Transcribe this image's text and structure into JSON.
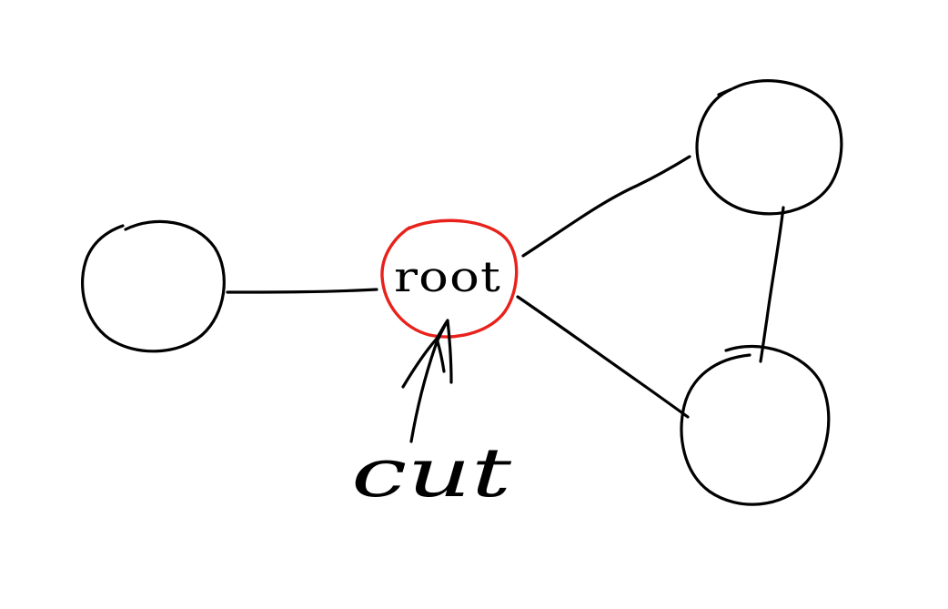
{
  "diagram": {
    "nodes": [
      {
        "id": "left",
        "label": ""
      },
      {
        "id": "root",
        "label": "root",
        "highlighted": true
      },
      {
        "id": "top-right",
        "label": ""
      },
      {
        "id": "bottom-right",
        "label": ""
      }
    ],
    "edges": [
      {
        "from": "left",
        "to": "root"
      },
      {
        "from": "root",
        "to": "top-right"
      },
      {
        "from": "root",
        "to": "bottom-right"
      },
      {
        "from": "top-right",
        "to": "bottom-right"
      }
    ],
    "annotation": {
      "text": "cut",
      "points_to": "root"
    }
  },
  "colors": {
    "ink": "#000000",
    "highlight": "#e8221b",
    "background": "#ffffff"
  }
}
